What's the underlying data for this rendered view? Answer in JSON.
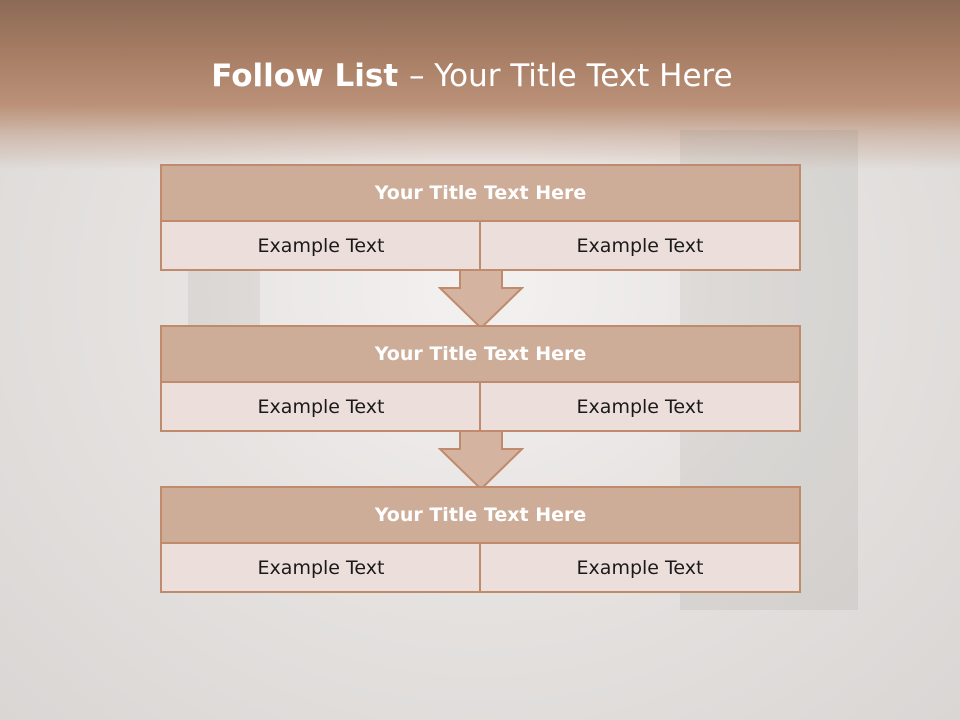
{
  "slide": {
    "title_bold": "Follow List ",
    "title_rest": " – Your Title Text Here"
  },
  "steps": [
    {
      "title": "Your Title Text Here",
      "left": "Example Text",
      "right": "Example Text"
    },
    {
      "title": "Your Title Text Here",
      "left": "Example Text",
      "right": "Example Text"
    },
    {
      "title": "Your Title Text Here",
      "left": "Example Text",
      "right": "Example Text"
    }
  ],
  "colors": {
    "header": "#a97f66",
    "block_title_fill": "#cdac98",
    "block_cell_fill": "#ecdfdb",
    "border": "#c08a6c",
    "arrow_fill": "#d4b3a0"
  },
  "icons": [
    "down-arrow-icon",
    "down-arrow-icon"
  ]
}
